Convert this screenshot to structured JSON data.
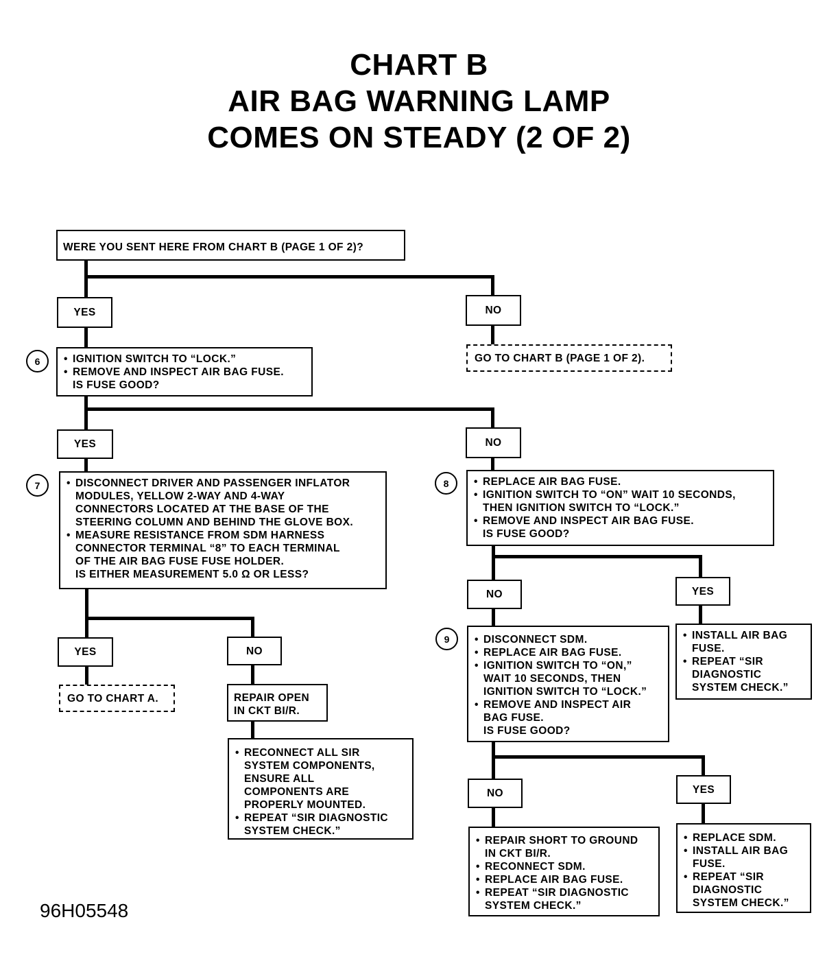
{
  "title": {
    "line1": "CHART B",
    "line2": "AIR BAG WARNING LAMP",
    "line3": "COMES ON STEADY (2 OF 2)"
  },
  "start": {
    "question": "WERE YOU SENT HERE FROM CHART B (PAGE 1 OF 2)?"
  },
  "branch1": {
    "yes": "YES",
    "no": "NO",
    "no_action": "GO TO CHART B (PAGE 1 OF 2)."
  },
  "step6": {
    "number": "6",
    "items": [
      "IGNITION SWITCH TO “LOCK.”",
      "REMOVE AND INSPECT AIR BAG FUSE."
    ],
    "question": "IS FUSE GOOD?",
    "yes": "YES",
    "no": "NO"
  },
  "step7": {
    "number": "7",
    "item1_lines": [
      "DISCONNECT DRIVER AND PASSENGER INFLATOR",
      "MODULES, YELLOW 2-WAY AND 4-WAY",
      "CONNECTORS LOCATED AT THE BASE OF THE",
      "STEERING COLUMN AND BEHIND THE GLOVE BOX."
    ],
    "item2_lines": [
      "MEASURE RESISTANCE FROM SDM HARNESS",
      "CONNECTOR TERMINAL “8” TO EACH TERMINAL",
      "OF THE AIR BAG FUSE FUSE HOLDER."
    ],
    "question": "IS EITHER MEASUREMENT 5.0 Ω OR LESS?",
    "yes": "YES",
    "no": "NO",
    "yes_action": "GO TO CHART A.",
    "no_action_lines": [
      "REPAIR OPEN",
      "IN CKT BI/R."
    ],
    "followup": {
      "item1_lines": [
        "RECONNECT ALL SIR",
        "SYSTEM COMPONENTS,",
        "ENSURE ALL",
        "COMPONENTS ARE",
        "PROPERLY MOUNTED."
      ],
      "item2_lines": [
        "REPEAT “SIR DIAGNOSTIC",
        "SYSTEM CHECK.”"
      ]
    }
  },
  "step8": {
    "number": "8",
    "item1_lines": [
      "REPLACE AIR BAG FUSE."
    ],
    "item2_lines": [
      "IGNITION SWITCH TO “ON” WAIT 10 SECONDS,",
      "THEN IGNITION SWITCH TO “LOCK.”"
    ],
    "item3_lines": [
      "REMOVE AND INSPECT AIR BAG FUSE."
    ],
    "question": "IS FUSE GOOD?",
    "no": "NO",
    "yes": "YES",
    "yes_action": {
      "item1_lines": [
        "INSTALL AIR BAG",
        "FUSE."
      ],
      "item2_lines": [
        "REPEAT “SIR",
        "DIAGNOSTIC",
        "SYSTEM CHECK.”"
      ]
    }
  },
  "step9": {
    "number": "9",
    "item1_lines": [
      "DISCONNECT SDM."
    ],
    "item2_lines": [
      "REPLACE AIR BAG FUSE."
    ],
    "item3_lines": [
      "IGNITION SWITCH TO “ON,”",
      "WAIT 10 SECONDS, THEN",
      "IGNITION SWITCH TO “LOCK.”"
    ],
    "item4_lines": [
      "REMOVE AND INSPECT AIR",
      "BAG FUSE."
    ],
    "question": "IS FUSE GOOD?",
    "no": "NO",
    "yes": "YES",
    "no_action": {
      "item1_lines": [
        "REPAIR SHORT TO GROUND",
        "IN CKT BI/R."
      ],
      "item2_lines": [
        "RECONNECT SDM."
      ],
      "item3_lines": [
        "REPLACE AIR BAG FUSE."
      ],
      "item4_lines": [
        "REPEAT “SIR DIAGNOSTIC",
        "SYSTEM CHECK.”"
      ]
    },
    "yes_action": {
      "item1_lines": [
        "REPLACE SDM."
      ],
      "item2_lines": [
        "INSTALL AIR BAG",
        "FUSE."
      ],
      "item3_lines": [
        "REPEAT “SIR",
        "DIAGNOSTIC",
        "SYSTEM CHECK.”"
      ]
    }
  },
  "figure_id": "96H05548"
}
